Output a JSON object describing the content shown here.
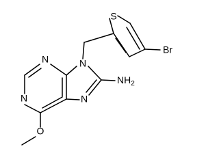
{
  "molecule": {
    "atoms": [
      {
        "id": "S1",
        "label": "S"
      },
      {
        "id": "Br1",
        "label": "Br"
      },
      {
        "id": "N9",
        "label": "N"
      },
      {
        "id": "N3",
        "label": "N"
      },
      {
        "id": "N1",
        "label": "N"
      },
      {
        "id": "N7",
        "label": "N"
      },
      {
        "id": "NH2",
        "label": "NH2"
      },
      {
        "id": "O1",
        "label": "O"
      }
    ]
  }
}
